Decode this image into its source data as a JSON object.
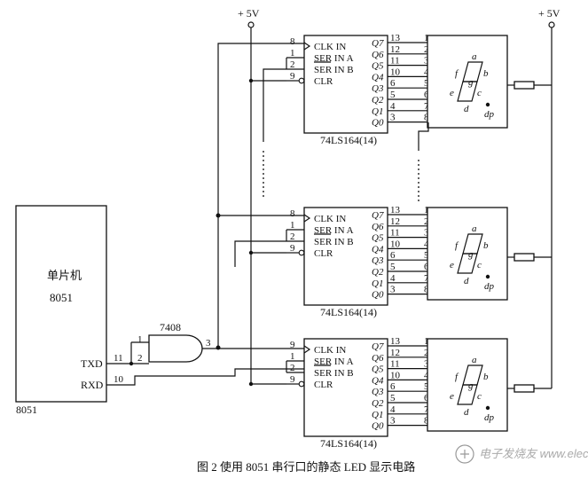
{
  "power": {
    "vcc_label": "+ 5V"
  },
  "mcu": {
    "title": "单片机",
    "model": "8051",
    "txd": "TXD",
    "rxd": "RXD",
    "corner_label": "8051"
  },
  "gate": {
    "name": "7408",
    "pin_in1": "1",
    "pin_in2": "2",
    "pin_out": "3",
    "pin_txd": "11",
    "pin_rxd": "10"
  },
  "chip": {
    "name": "74LS164(14)",
    "inputs": [
      "CLK  IN",
      "SER IN A",
      "SER IN B",
      "CLR"
    ],
    "outputs": [
      "Q7",
      "Q6",
      "Q5",
      "Q4",
      "Q3",
      "Q2",
      "Q1",
      "Q0"
    ],
    "out_pins": [
      "13",
      "12",
      "11",
      "10",
      "6",
      "5",
      "4",
      "3"
    ],
    "in_pins": [
      "8",
      "1",
      "2",
      "9"
    ],
    "in_pins_first": [
      "9",
      "1",
      "2",
      "9"
    ]
  },
  "display": {
    "seg_pins": [
      "1",
      "2",
      "3",
      "4",
      "5",
      "6",
      "7",
      "8"
    ],
    "seg_letters": [
      "a",
      "b",
      "c",
      "d",
      "e",
      "f",
      "g",
      "dp"
    ],
    "inner": [
      "a",
      "b",
      "c",
      "d",
      "e",
      "f",
      "g",
      "dp"
    ]
  },
  "caption": "图 2   使用 8051 串行口的静态 LED 显示电路",
  "watermark": "电子发烧友 www.elecfans.com"
}
